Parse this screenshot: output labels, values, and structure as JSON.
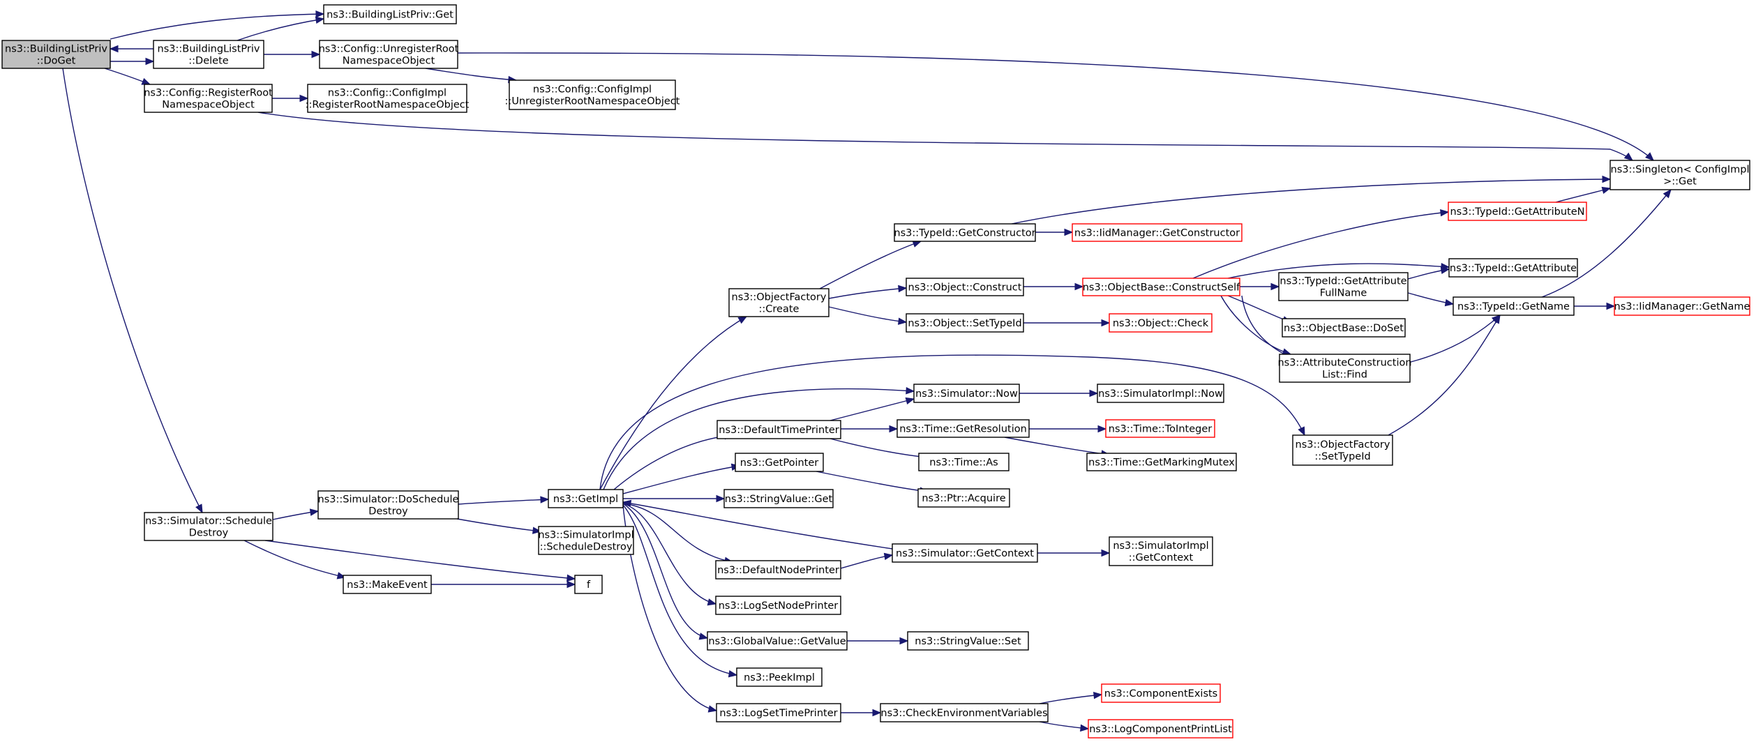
{
  "colors": {
    "edge": "#191970",
    "root_fill": "#bfbfbf",
    "node_border": "#000000",
    "truncated_border": "#ff0000"
  },
  "nodes": {
    "doget": {
      "lines": [
        "ns3::BuildingListPriv",
        "::DoGet"
      ]
    },
    "priv_get": {
      "lines": [
        "ns3::BuildingListPriv::Get"
      ]
    },
    "priv_delete": {
      "lines": [
        "ns3::BuildingListPriv",
        "::Delete"
      ]
    },
    "unregister": {
      "lines": [
        "ns3::Config::UnregisterRoot",
        "NamespaceObject"
      ]
    },
    "impl_unregister": {
      "lines": [
        "ns3::Config::ConfigImpl",
        "::UnregisterRootNamespaceObject"
      ]
    },
    "register": {
      "lines": [
        "ns3::Config::RegisterRoot",
        "NamespaceObject"
      ]
    },
    "impl_register": {
      "lines": [
        "ns3::Config::ConfigImpl",
        "::RegisterRootNamespaceObject"
      ]
    },
    "singleton_get": {
      "lines": [
        "ns3::Singleton< ConfigImpl",
        " >::Get"
      ]
    },
    "typeid_getconstructor": {
      "lines": [
        "ns3::TypeId::GetConstructor"
      ]
    },
    "iid_getconstructor": {
      "lines": [
        "ns3::IidManager::GetConstructor"
      ]
    },
    "typeid_getattributen": {
      "lines": [
        "ns3::TypeId::GetAttributeN"
      ]
    },
    "typeid_getattribute": {
      "lines": [
        "ns3::TypeId::GetAttribute"
      ]
    },
    "objfactory_create": {
      "lines": [
        "ns3::ObjectFactory",
        "::Create"
      ]
    },
    "object_construct": {
      "lines": [
        "ns3::Object::Construct"
      ]
    },
    "objectbase_constructself": {
      "lines": [
        "ns3::ObjectBase::ConstructSelf"
      ]
    },
    "typeid_getattrfullname": {
      "lines": [
        "ns3::TypeId::GetAttribute",
        "FullName"
      ]
    },
    "typeid_getname": {
      "lines": [
        "ns3::TypeId::GetName"
      ]
    },
    "iid_getname": {
      "lines": [
        "ns3::IidManager::GetName"
      ]
    },
    "object_settypeid": {
      "lines": [
        "ns3::Object::SetTypeId"
      ]
    },
    "object_check": {
      "lines": [
        "ns3::Object::Check"
      ]
    },
    "objectbase_doset": {
      "lines": [
        "ns3::ObjectBase::DoSet"
      ]
    },
    "attrlist_find": {
      "lines": [
        "ns3::AttributeConstruction",
        "List::Find"
      ]
    },
    "simulator_now": {
      "lines": [
        "ns3::Simulator::Now"
      ]
    },
    "simimpl_now": {
      "lines": [
        "ns3::SimulatorImpl::Now"
      ]
    },
    "defaulttimeprinter": {
      "lines": [
        "ns3::DefaultTimePrinter"
      ]
    },
    "time_getresolution": {
      "lines": [
        "ns3::Time::GetResolution"
      ]
    },
    "time_tointeger": {
      "lines": [
        "ns3::Time::ToInteger"
      ]
    },
    "time_as": {
      "lines": [
        "ns3::Time::As"
      ]
    },
    "time_getmarkingmutex": {
      "lines": [
        "ns3::Time::GetMarkingMutex"
      ]
    },
    "objfactory_settypeid": {
      "lines": [
        "ns3::ObjectFactory",
        "::SetTypeId"
      ]
    },
    "getpointer": {
      "lines": [
        "ns3::GetPointer"
      ]
    },
    "ptr_acquire": {
      "lines": [
        "ns3::Ptr::Acquire"
      ]
    },
    "getimpl": {
      "lines": [
        "ns3::GetImpl"
      ]
    },
    "stringvalue_get": {
      "lines": [
        "ns3::StringValue::Get"
      ]
    },
    "sim_scheduledestroy": {
      "lines": [
        "ns3::Simulator::Schedule",
        "Destroy"
      ]
    },
    "sim_doscheduledestroy": {
      "lines": [
        "ns3::Simulator::DoSchedule",
        "Destroy"
      ]
    },
    "simimpl_scheduledestroy": {
      "lines": [
        "ns3::SimulatorImpl",
        "::ScheduleDestroy"
      ]
    },
    "sim_getcontext": {
      "lines": [
        "ns3::Simulator::GetContext"
      ]
    },
    "simimpl_getcontext": {
      "lines": [
        "ns3::SimulatorImpl",
        "::GetContext"
      ]
    },
    "defaultnodeprinter": {
      "lines": [
        "ns3::DefaultNodePrinter"
      ]
    },
    "makeevent": {
      "lines": [
        "ns3::MakeEvent"
      ]
    },
    "f": {
      "lines": [
        "f"
      ]
    },
    "logsetnodeprinter": {
      "lines": [
        "ns3::LogSetNodePrinter"
      ]
    },
    "globalvalue_getvalue": {
      "lines": [
        "ns3::GlobalValue::GetValue"
      ]
    },
    "stringvalue_set": {
      "lines": [
        "ns3::StringValue::Set"
      ]
    },
    "peekimpl": {
      "lines": [
        "ns3::PeekImpl"
      ]
    },
    "logsettimeprinter": {
      "lines": [
        "ns3::LogSetTimePrinter"
      ]
    },
    "checkenvvars": {
      "lines": [
        "ns3::CheckEnvironmentVariables"
      ]
    },
    "componentexists": {
      "lines": [
        "ns3::ComponentExists"
      ]
    },
    "logcomponentprintlist": {
      "lines": [
        "ns3::LogComponentPrintList"
      ]
    }
  }
}
